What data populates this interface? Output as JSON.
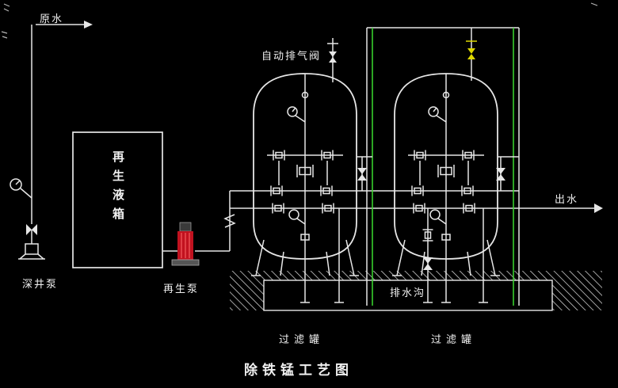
{
  "diagram": {
    "title": "除铁锰工艺图",
    "labels": {
      "raw_water": "原水",
      "deep_well_pump": "深井泵",
      "regen_tank": "再生液箱",
      "regen_pump": "再生泵",
      "auto_vent_valve": "自动排气阀",
      "outlet": "出水",
      "drain_ditch": "排水沟",
      "filter_tank_left": "过滤罐",
      "filter_tank_right": "过滤罐"
    },
    "colors": {
      "background": "#000000",
      "line": "#e6e6e6",
      "green_pipe": "#3bdc2f",
      "yellow_accent": "#ded800",
      "pump_red": "#c1121f"
    }
  }
}
